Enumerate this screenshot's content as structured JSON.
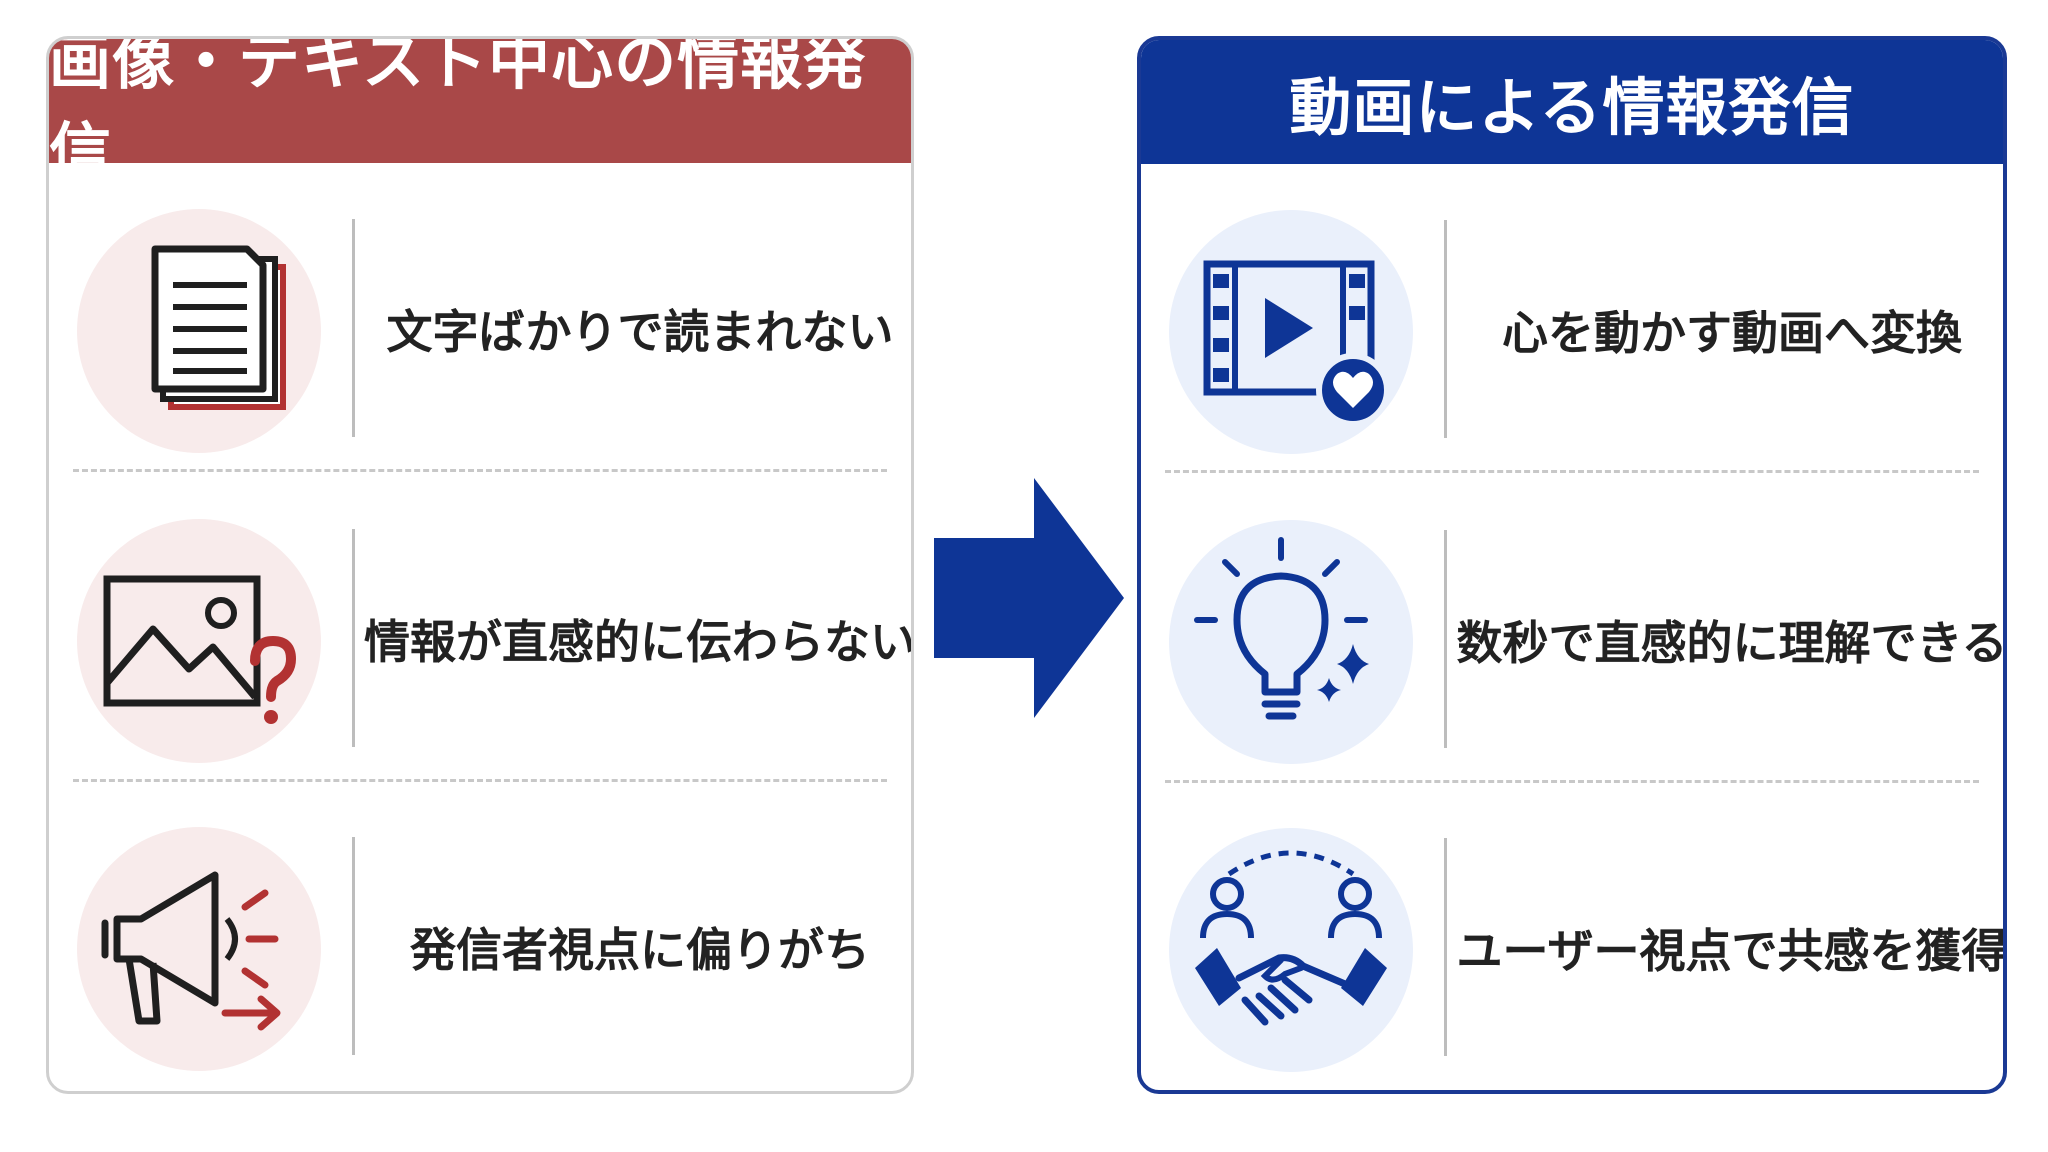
{
  "left_panel": {
    "title": "画像・テキスト中心の情報発信",
    "items": [
      {
        "icon": "documents-icon",
        "text": "文字ばかりで読まれない"
      },
      {
        "icon": "image-question-icon",
        "text": "情報が直感的に伝わらない"
      },
      {
        "icon": "megaphone-icon",
        "text": "発信者視点に偏りがち"
      }
    ]
  },
  "right_panel": {
    "title": "動画による情報発信",
    "items": [
      {
        "icon": "video-heart-icon",
        "text": "心を動かす動画へ変換"
      },
      {
        "icon": "lightbulb-icon",
        "text": "数秒で直感的に理解できる"
      },
      {
        "icon": "handshake-users-icon",
        "text": "ユーザー視点で共感を獲得"
      }
    ]
  },
  "arrow_icon": "right-arrow-icon",
  "colors": {
    "left_accent": "#a94848",
    "right_accent": "#0e3596",
    "left_icon": "#1f1f1f",
    "left_icon_highlight": "#b23232",
    "right_icon": "#0e3596"
  }
}
